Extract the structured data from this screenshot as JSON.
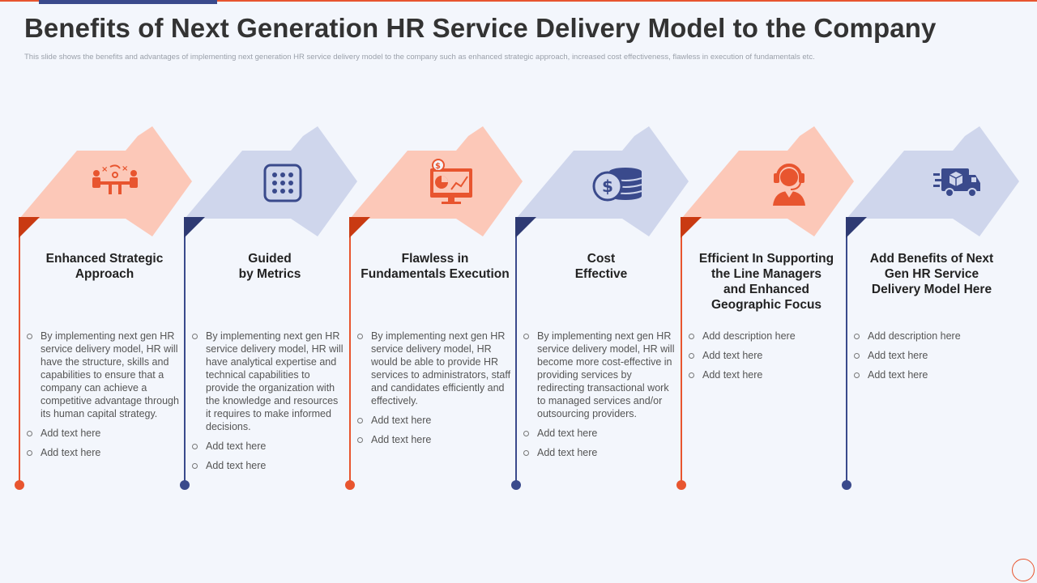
{
  "slide": {
    "title": "Benefits of Next Generation HR Service Delivery Model to the Company",
    "subtitle": "This slide shows the benefits and advantages of implementing  next generation HR  service delivery model to the company such as enhanced strategic approach, increased cost effectiveness, flawless in execution of fundamentals etc."
  },
  "colors": {
    "orange": "#e8552f",
    "orange_light": "#fcc8b8",
    "navy": "#3a4a8c",
    "navy_light": "#cfd6ec"
  },
  "columns": [
    {
      "title": "Enhanced Strategic\nApproach",
      "icon": "strategy-icon",
      "bullets": [
        "By implementing next gen HR service delivery model, HR will have the structure, skills and capabilities to ensure that a company can achieve a competitive advantage through its human capital strategy.",
        "Add text here",
        "Add text here"
      ]
    },
    {
      "title": "Guided\nby Metrics",
      "icon": "grid-dots-icon",
      "bullets": [
        "By implementing next gen HR service delivery model, HR will have analytical expertise and technical capabilities to provide the organization with the knowledge and resources it requires to make informed decisions.",
        "Add text here",
        "Add text here"
      ]
    },
    {
      "title": "Flawless in\nFundamentals Execution",
      "icon": "finance-monitor-icon",
      "bullets": [
        "By implementing next gen HR service delivery model, HR would be able to provide HR services to administrators, staff and candidates efficiently and effectively.",
        "Add text here",
        "Add text here"
      ]
    },
    {
      "title": "Cost\nEffective",
      "icon": "coins-icon",
      "bullets": [
        "By implementing next gen HR service delivery model, HR will become more cost-effective in providing services by redirecting transactional work to managed services and/or outsourcing providers.",
        "Add text here",
        "Add text here"
      ]
    },
    {
      "title": "Efficient In Supporting\nthe Line Managers\nand Enhanced\nGeographic Focus",
      "icon": "headset-agent-icon",
      "bullets": [
        "Add description here",
        "Add text here",
        "Add text here"
      ]
    },
    {
      "title": "Add Benefits of Next\nGen HR Service\nDelivery Model Here",
      "icon": "delivery-truck-icon",
      "bullets": [
        "Add description here",
        "Add text here",
        "Add text here"
      ]
    }
  ]
}
